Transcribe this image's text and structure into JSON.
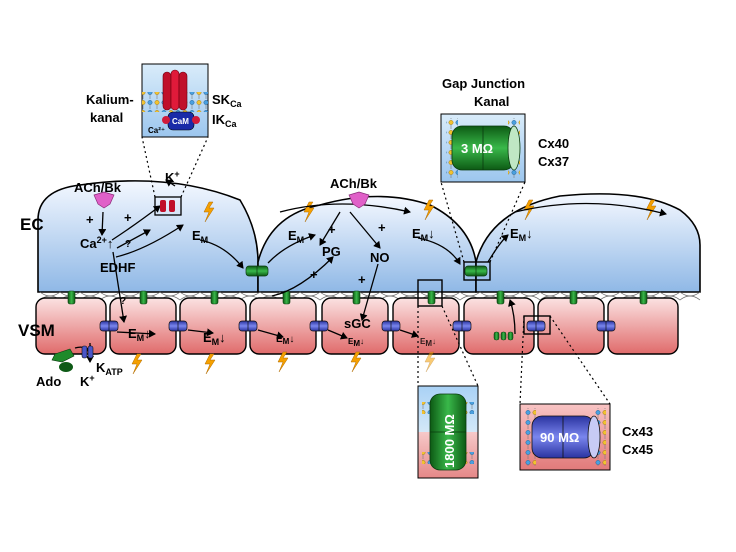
{
  "colors": {
    "endothelium_top": "#f4f8ff",
    "endothelium_bottom": "#8fb8e6",
    "smooth_muscle_top": "#fbe2e2",
    "smooth_muscle_bottom": "#e06b6b",
    "connexon_green": "#1f8a2a",
    "connexon_blue": "#4a55c8",
    "potassium_channel_red": "#c0102a",
    "receptor_magenta": "#e060c8",
    "lightning_orange": "#f5a000"
  },
  "labels": {
    "endothelium": "EC",
    "smooth_muscle": "VSM",
    "agonist_left": "ACh/Bk",
    "agonist_center": "ACh/Bk",
    "calcium": "Ca",
    "calcium_sup": "2+",
    "calcium_arrow": "↑",
    "edhf": "EDHF",
    "question_a": "?",
    "question_b": "?",
    "potassium": "K",
    "potassium_sup": "+",
    "membrane_potential": "E",
    "membrane_sub": "M",
    "down_arrow": "↓",
    "pg": "PG",
    "no": "NO",
    "sgc": "sGC",
    "plus": "+",
    "adenosine": "Ado",
    "katp_k": "K",
    "katp_sub": "ATP",
    "katp_ion": "K",
    "katp_ion_sup": "+"
  },
  "callouts": {
    "k_channel": {
      "title_line1": "Kalium-",
      "title_line2": "kanal",
      "sk": "SK",
      "sk_sub": "Ca",
      "ik": "IK",
      "ik_sub": "Ca",
      "cam": "CaM",
      "ca_ion": "Ca²⁺"
    },
    "gap_junction": {
      "title_line1": "Gap Junction",
      "title_line2": "Kanal",
      "resistance": "3 MΩ",
      "cx_a": "Cx40",
      "cx_b": "Cx37"
    },
    "myoendothelial": {
      "resistance": "1800 MΩ"
    },
    "smooth_muscle_gap": {
      "resistance": "90 MΩ",
      "cx_a": "Cx43",
      "cx_b": "Cx45"
    }
  }
}
